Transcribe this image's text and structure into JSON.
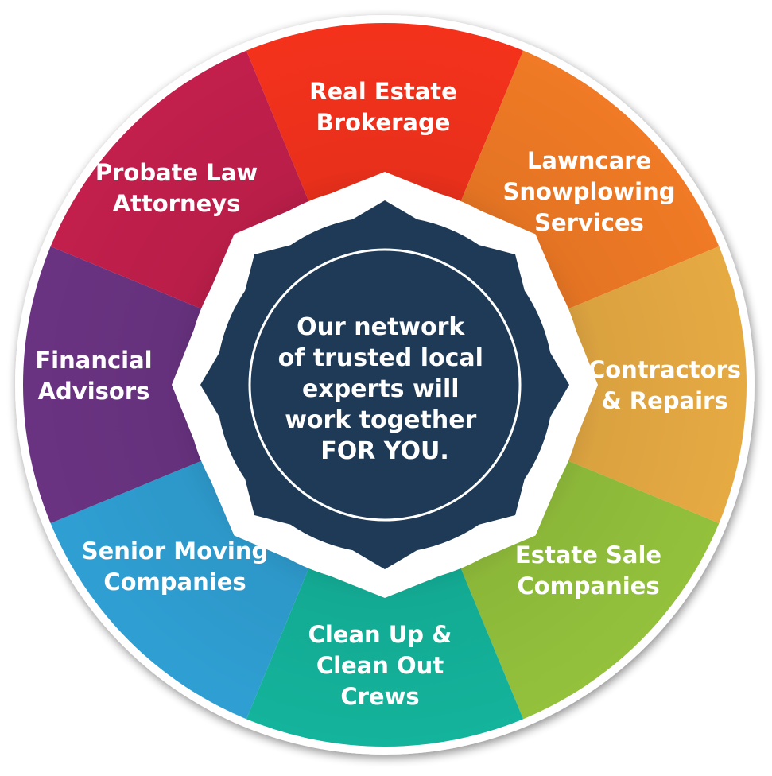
{
  "center": {
    "lines": [
      "Our network",
      "of trusted local",
      "experts will",
      "work together",
      "FOR YOU."
    ],
    "color": "#1f3a56"
  },
  "segments": [
    {
      "id": "real-estate",
      "lines": [
        "Real Estate",
        "Brokerage"
      ],
      "color": "#f4321c"
    },
    {
      "id": "lawncare",
      "lines": [
        "Lawncare",
        "Snowplowing",
        "Services"
      ],
      "color": "#f07a25"
    },
    {
      "id": "contractors",
      "lines": [
        "Contractors",
        "& Repairs"
      ],
      "color": "#e6aa43"
    },
    {
      "id": "estate-sale",
      "lines": [
        "Estate Sale",
        "Companies"
      ],
      "color": "#93c13c"
    },
    {
      "id": "clean-up",
      "lines": [
        "Clean Up &",
        "Clean Out",
        "Crews"
      ],
      "color": "#14b39b"
    },
    {
      "id": "senior-moving",
      "lines": [
        "Senior Moving",
        "Companies"
      ],
      "color": "#2f9fd3"
    },
    {
      "id": "financial",
      "lines": [
        "Financial",
        "Advisors"
      ],
      "color": "#6a3382"
    },
    {
      "id": "probate",
      "lines": [
        "Probate Law",
        "Attorneys"
      ],
      "color": "#c21f4c"
    }
  ]
}
